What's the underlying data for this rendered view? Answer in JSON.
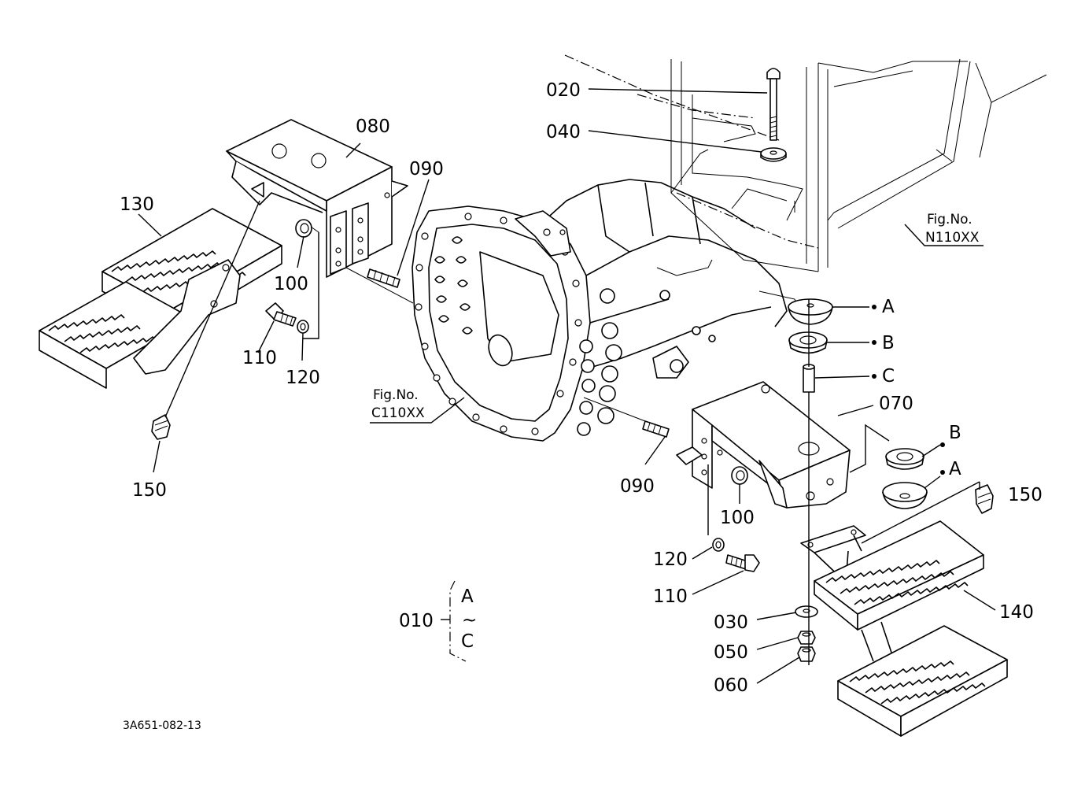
{
  "drawing_code": "3A651-082-13",
  "figure_refs": {
    "cab": {
      "prefix": "Fig.No.",
      "number": "N110XX"
    },
    "transmission": {
      "prefix": "Fig.No.",
      "number": "C110XX"
    }
  },
  "callouts": {
    "p010": "010",
    "p020": "020",
    "p030": "030",
    "p040": "040",
    "p050": "050",
    "p060": "060",
    "p070": "070",
    "p080": "080",
    "p090_left": "090",
    "p090_right": "090",
    "p100_left": "100",
    "p100_right": "100",
    "p110_left": "110",
    "p110_right": "110",
    "p120_left": "120",
    "p120_right": "120",
    "p130": "130",
    "p140": "140",
    "p150_left": "150",
    "p150_right": "150",
    "sub_A_top": "A",
    "sub_B_top": "B",
    "sub_C": "C",
    "sub_B_low": "B",
    "sub_A_low": "A",
    "kit_from": "A",
    "kit_tilde": "~",
    "kit_to": "C"
  }
}
